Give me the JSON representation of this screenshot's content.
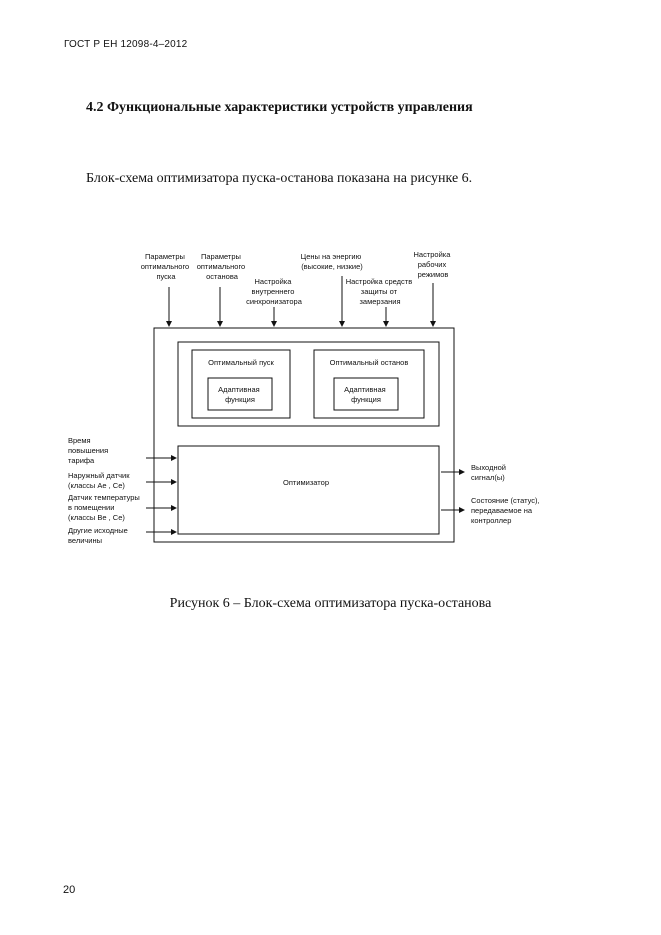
{
  "header": {
    "doc_code": "ГОСТ Р ЕН 12098-4–2012"
  },
  "section": {
    "title": "4.2 Функциональные характеристики устройств управления"
  },
  "intro": {
    "text": "Блок-схема оптимизатора пуска-останова показана на рисунке 6."
  },
  "diagram": {
    "top_inputs": {
      "optimal_start_params": [
        "Параметры",
        "оптимального",
        "пуска"
      ],
      "optimal_stop_params": [
        "Параметры",
        "оптимального",
        "останова"
      ],
      "sync_setting": [
        "Настройка",
        "внутреннего",
        "синхронизатора"
      ],
      "energy_prices": [
        "Цены на энергию",
        "(высокие, низкие)"
      ],
      "frost_setting": [
        "Настройка средств",
        "защиты от",
        "замерзания"
      ],
      "working_modes": [
        "Настройка",
        "рабочих",
        "режимов"
      ]
    },
    "blocks": {
      "optimal_start": "Оптимальный пуск",
      "optimal_stop": "Оптимальный останов",
      "adaptive_start": [
        "Адаптивная",
        "функция"
      ],
      "adaptive_stop": [
        "Адаптивная",
        "функция"
      ],
      "optimizer": "Оптимизатор"
    },
    "left_inputs": {
      "tariff_time": [
        "Время",
        "повышения",
        "тарифа"
      ],
      "outdoor_sensor": [
        "Наружный датчик",
        "(классы Ае , Се)"
      ],
      "indoor_sensor": [
        "Датчик температуры",
        "в помещении",
        "(классы Ве , Се)"
      ],
      "other_inputs": [
        "Другие исходные",
        "величины"
      ]
    },
    "outputs": {
      "output_signal": [
        "Выходной",
        "сигнал(ы)"
      ],
      "status": [
        "Состояние (статус),",
        "передаваемое на",
        "контроллер"
      ]
    }
  },
  "caption": {
    "text": "Рисунок 6 – Блок-схема оптимизатора пуска-останова"
  },
  "footer": {
    "page_number": "20"
  }
}
